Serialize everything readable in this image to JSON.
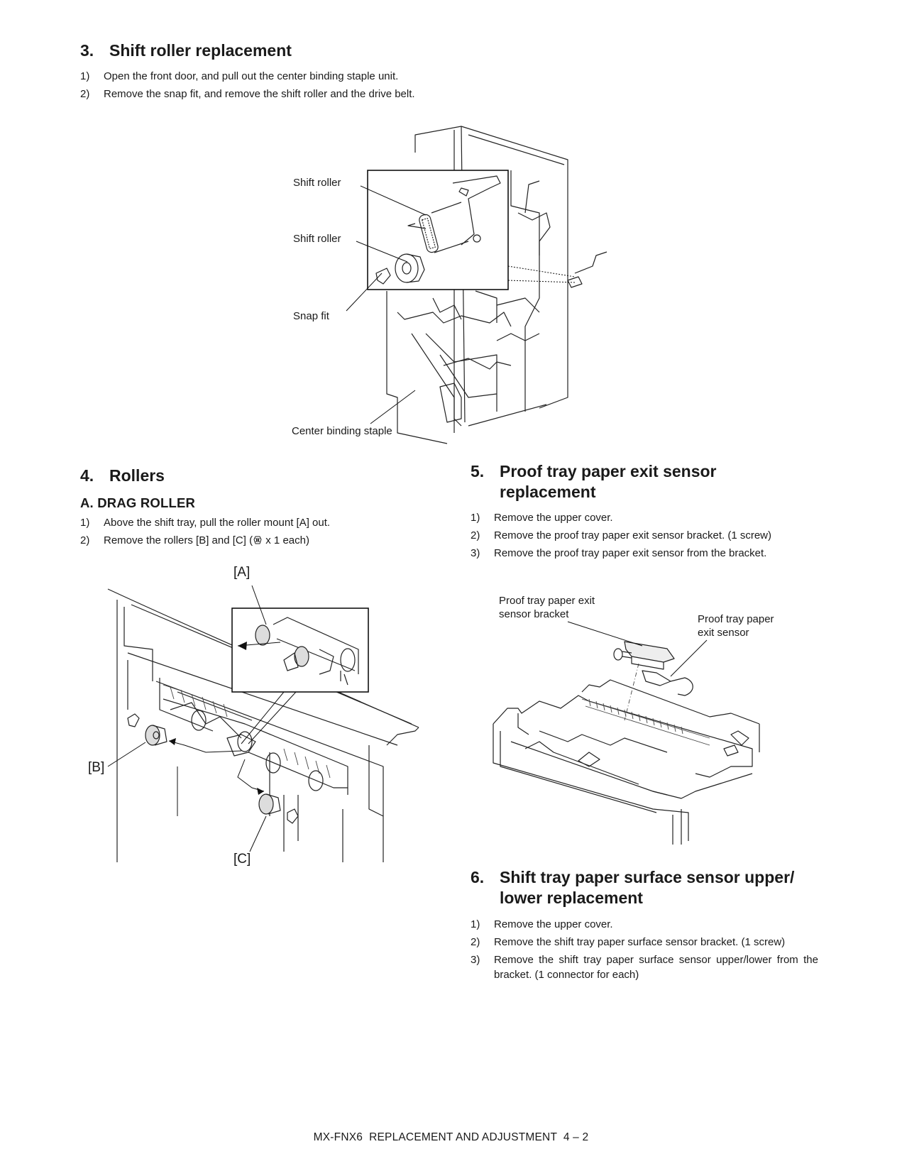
{
  "section3": {
    "number": "3.",
    "title": "Shift roller replacement",
    "steps": [
      {
        "n": "1)",
        "text": "Open the front door, and pull out the center binding staple unit."
      },
      {
        "n": "2)",
        "text": "Remove the snap fit, and remove the shift roller and the drive belt."
      }
    ],
    "figure_labels": {
      "shift_roller_1": "Shift roller",
      "shift_roller_2": "Shift roller",
      "snap_fit": "Snap fit",
      "center_binding_staple": "Center binding staple"
    }
  },
  "section4": {
    "number": "4.",
    "title": "Rollers",
    "subsection": {
      "letter": "A.",
      "title": "DRAG ROLLER"
    },
    "steps": [
      {
        "n": "1)",
        "text": "Above the shift tray, pull the roller mount [A] out."
      },
      {
        "n": "2)",
        "text_before": "Remove the rollers [B] and [C] (",
        "text_after": " x 1 each)"
      }
    ],
    "figure_labels": {
      "a": "[A]",
      "b": "[B]",
      "c": "[C]"
    }
  },
  "section5": {
    "number": "5.",
    "title_line1": "Proof tray paper exit sensor",
    "title_line2": "replacement",
    "steps": [
      {
        "n": "1)",
        "text": "Remove the upper cover."
      },
      {
        "n": "2)",
        "text": "Remove the proof tray paper exit sensor bracket. (1 screw)"
      },
      {
        "n": "3)",
        "text": "Remove the proof tray paper exit sensor from the bracket."
      }
    ],
    "figure_labels": {
      "bracket": "Proof tray paper exit\nsensor bracket",
      "sensor": "Proof tray paper\nexit sensor"
    }
  },
  "section6": {
    "number": "6.",
    "title_line1": "Shift tray paper surface sensor upper/",
    "title_line2": "lower replacement",
    "steps": [
      {
        "n": "1)",
        "text": "Remove the upper cover."
      },
      {
        "n": "2)",
        "text": "Remove the shift tray paper surface sensor bracket. (1 screw)"
      },
      {
        "n": "3)",
        "text": "Remove the shift tray paper surface sensor upper/lower from the bracket. (1 connector for each)"
      }
    ]
  },
  "footer": "MX-FNX6  REPLACEMENT AND ADJUSTMENT  4 – 2",
  "icons": {
    "step_icon": "e-ring-icon"
  }
}
